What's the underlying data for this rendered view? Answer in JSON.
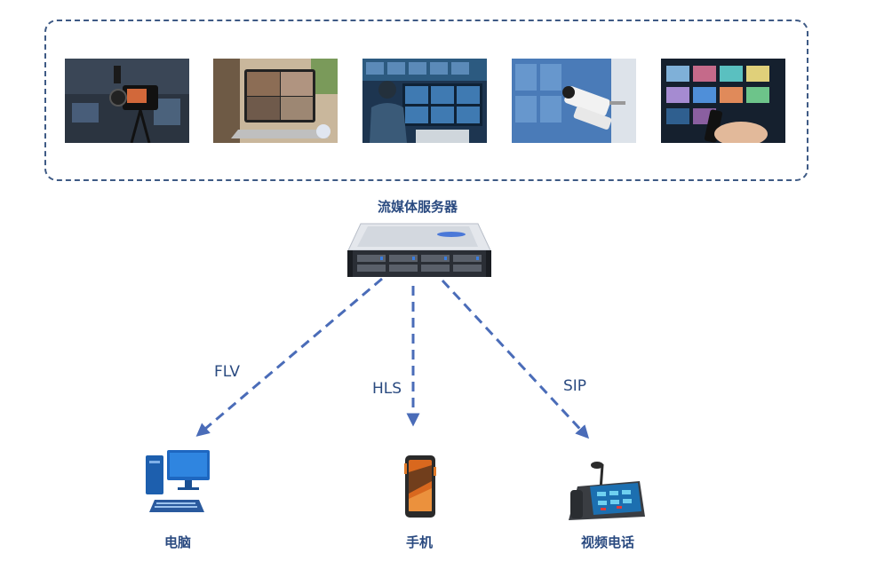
{
  "server": {
    "label": "流媒体服务器"
  },
  "sources": [
    {
      "icon": "broadcast-camera-photo"
    },
    {
      "icon": "video-conference-photo"
    },
    {
      "icon": "surveillance-monitor-photo"
    },
    {
      "icon": "security-camera-photo"
    },
    {
      "icon": "smart-tv-photo"
    }
  ],
  "protocols": {
    "flv": "FLV",
    "hls": "HLS",
    "sip": "SIP"
  },
  "clients": {
    "computer": {
      "label": "电脑",
      "icon": "desktop-computer-icon"
    },
    "phone": {
      "label": "手机",
      "icon": "mobile-phone-icon"
    },
    "videophone": {
      "label": "视频电话",
      "icon": "video-phone-icon"
    }
  },
  "colors": {
    "arrow": "#4a6cb8",
    "frame": "#3e5a85",
    "text": "#2a4a80"
  }
}
